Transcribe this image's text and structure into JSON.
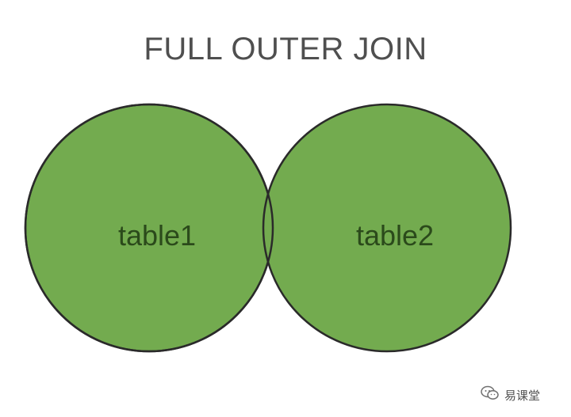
{
  "diagram": {
    "title": "FULL OUTER JOIN",
    "left_set_label": "table1",
    "right_set_label": "table2",
    "fill_color": "#73ab4f",
    "stroke_color": "#2a2a2a",
    "label_color": "#2b4a1b"
  },
  "watermark": {
    "text": "易课堂",
    "icon": "wechat-icon"
  }
}
